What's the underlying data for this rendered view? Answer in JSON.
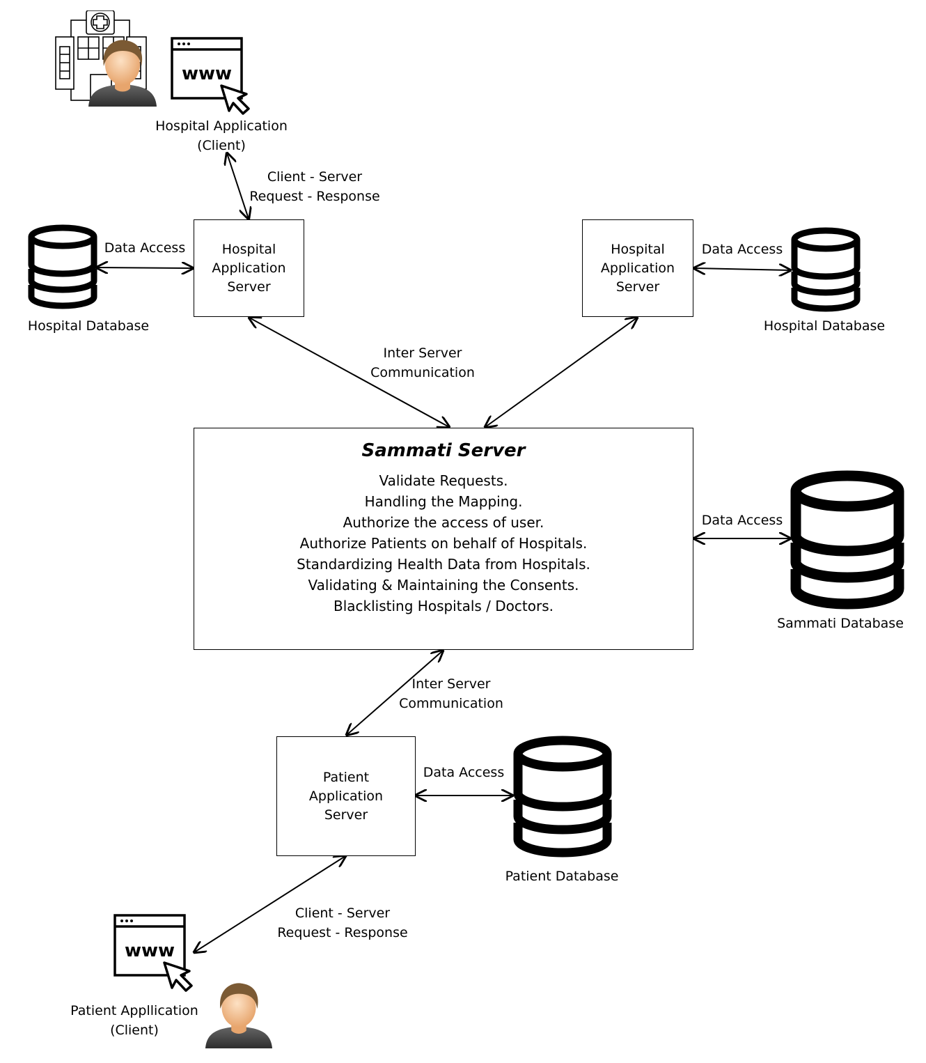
{
  "hospital_client": {
    "label_line1": "Hospital Application",
    "label_line2": "(Client)",
    "www_text": "www"
  },
  "hospital_client_link": {
    "line1": "Client - Server",
    "line2": "Request - Response"
  },
  "hospital_server_left": {
    "lines": [
      "Hospital",
      "Application",
      "Server"
    ]
  },
  "hospital_server_right": {
    "lines": [
      "Hospital",
      "Application",
      "Server"
    ]
  },
  "hospital_db_left": {
    "label": "Hospital Database",
    "link_label": "Data Access"
  },
  "hospital_db_right": {
    "label": "Hospital Database",
    "link_label": "Data Access"
  },
  "inter_server_top": {
    "line1": "Inter Server",
    "line2": "Communication"
  },
  "sammati_server": {
    "title": "Sammati Server",
    "items": [
      "Validate Requests.",
      "Handling the Mapping.",
      "Authorize the access of user.",
      "Authorize Patients on behalf of Hospitals.",
      "Standardizing Health Data from Hospitals.",
      "Validating & Maintaining the Consents.",
      "Blacklisting Hospitals / Doctors."
    ]
  },
  "sammati_db": {
    "label": "Sammati Database",
    "link_label": "Data Access"
  },
  "inter_server_bottom": {
    "line1": "Inter Server",
    "line2": "Communication"
  },
  "patient_server": {
    "lines": [
      "Patient",
      "Application",
      "Server"
    ]
  },
  "patient_db": {
    "label": "Patient Database",
    "link_label": "Data Access"
  },
  "patient_client_link": {
    "line1": "Client - Server",
    "line2": "Request - Response"
  },
  "patient_client": {
    "label_line1": "Patient Appllication",
    "label_line2": "(Client)",
    "www_text": "www"
  }
}
